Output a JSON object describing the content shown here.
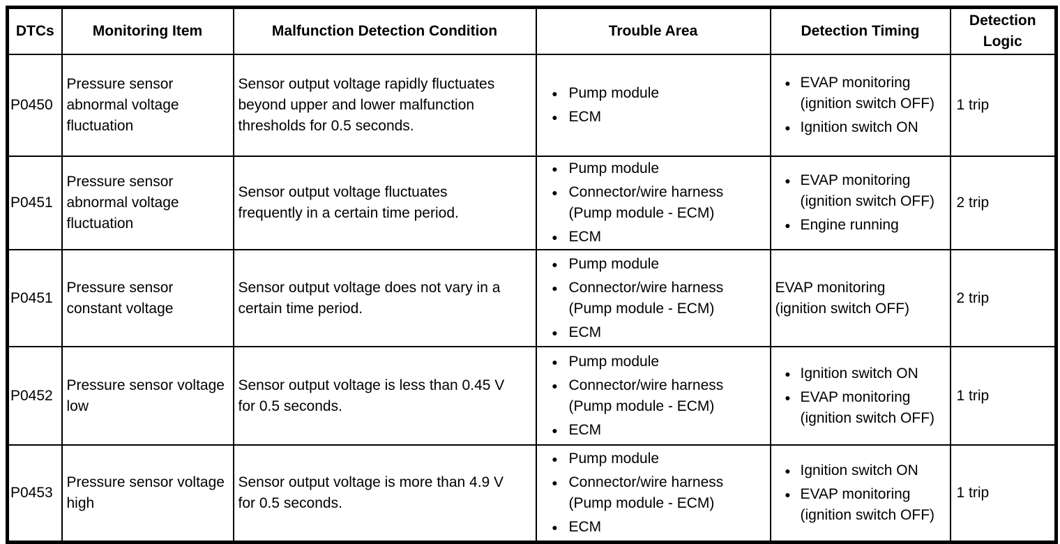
{
  "icons": {
    "bullet": "●"
  },
  "colors": {
    "text": "#000000",
    "background": "#ffffff",
    "border": "#000000"
  },
  "table": {
    "headers": [
      "DTCs",
      "Monitoring Item",
      "Malfunction Detection Condition",
      "Trouble Area",
      "Detection Timing",
      "Detection Logic"
    ],
    "rows": [
      {
        "dtc": "P0450",
        "monitoring_item": "Pressure sensor abnormal voltage fluctuation",
        "condition": "Sensor output voltage rapidly fluctuates beyond upper and lower malfunction thresholds for 0.5 seconds.",
        "trouble_area": [
          "Pump module",
          "ECM"
        ],
        "detection_timing": {
          "style": "bullets",
          "items": [
            "EVAP monitoring (ignition switch OFF)",
            "Ignition switch ON"
          ]
        },
        "detection_logic": "1 trip"
      },
      {
        "dtc": "P0451",
        "monitoring_item": "Pressure sensor abnormal voltage fluctuation",
        "condition": "Sensor output voltage fluctuates frequently in a certain time period.",
        "trouble_area": [
          "Pump module",
          "Connector/wire harness (Pump module - ECM)",
          "ECM"
        ],
        "detection_timing": {
          "style": "bullets",
          "items": [
            "EVAP monitoring (ignition switch OFF)",
            "Engine running"
          ]
        },
        "detection_logic": "2 trip"
      },
      {
        "dtc": "P0451",
        "monitoring_item": "Pressure sensor constant voltage",
        "condition": "Sensor output voltage does not vary in a certain time period.",
        "trouble_area": [
          "Pump module",
          "Connector/wire harness (Pump module - ECM)",
          "ECM"
        ],
        "detection_timing": {
          "style": "text",
          "items": [
            "EVAP monitoring (ignition switch OFF)"
          ]
        },
        "detection_logic": "2 trip"
      },
      {
        "dtc": "P0452",
        "monitoring_item": "Pressure sensor voltage low",
        "condition": "Sensor output voltage is less than 0.45 V for 0.5 seconds.",
        "trouble_area": [
          "Pump module",
          "Connector/wire harness (Pump module - ECM)",
          "ECM"
        ],
        "detection_timing": {
          "style": "bullets",
          "items": [
            "Ignition switch ON",
            "EVAP monitoring (ignition switch OFF)"
          ]
        },
        "detection_logic": "1 trip"
      },
      {
        "dtc": "P0453",
        "monitoring_item": "Pressure sensor voltage high",
        "condition": "Sensor output voltage is more than 4.9 V for 0.5 seconds.",
        "trouble_area": [
          "Pump module",
          "Connector/wire harness (Pump module - ECM)",
          "ECM"
        ],
        "detection_timing": {
          "style": "bullets",
          "items": [
            "Ignition switch ON",
            "EVAP monitoring (ignition switch OFF)"
          ]
        },
        "detection_logic": "1 trip"
      }
    ]
  }
}
